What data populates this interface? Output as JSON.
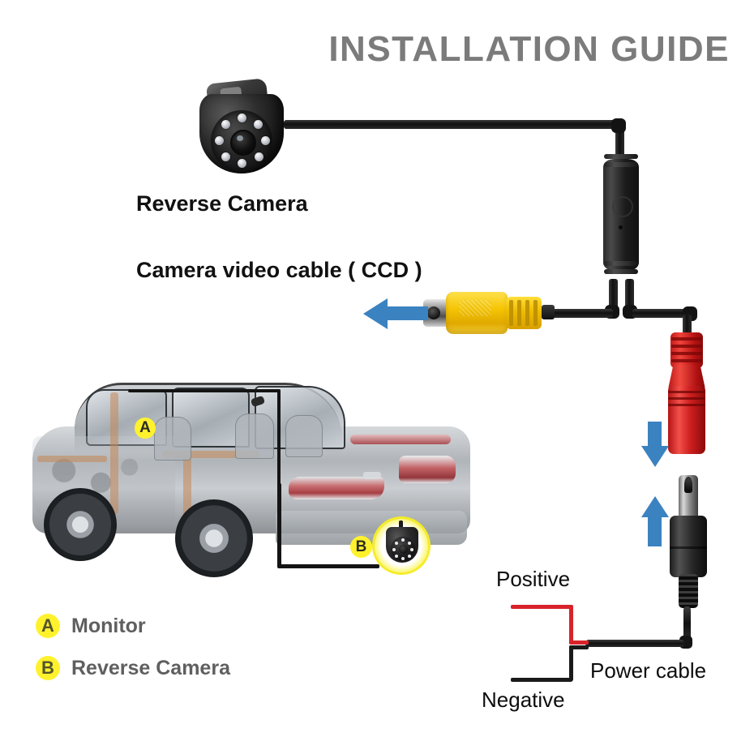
{
  "page": {
    "title": "INSTALLATION GUIDE",
    "title_color": "#7b7b7b",
    "background": "#ffffff"
  },
  "labels": {
    "reverse_camera": "Reverse Camera",
    "camera_video_cable": "Camera video cable ( CCD )",
    "positive": "Positive",
    "negative": "Negative",
    "power_cable": "Power cable"
  },
  "markers": {
    "a": "A",
    "b": "B"
  },
  "legend": {
    "items": [
      {
        "badge": "A",
        "label": "Monitor"
      },
      {
        "badge": "B",
        "label": "Reverse Camera"
      }
    ]
  },
  "components": {
    "camera": {
      "name": "reverse-camera",
      "led_count": 8,
      "body_color": "#1a1a1a"
    },
    "junction_box": {
      "name": "cable-junction-box",
      "color": "#1b1b1b"
    },
    "rca_connector": {
      "name": "yellow-rca-video-connector",
      "color": "#f5c505"
    },
    "dc_female": {
      "name": "red-dc-female-connector",
      "color": "#d02020"
    },
    "dc_male": {
      "name": "black-dc-male-plug",
      "color": "#1c1c1c"
    },
    "wires": {
      "positive_color": "#d8232a",
      "negative_color": "#1a1a1a"
    }
  },
  "colors": {
    "arrow_blue": "#3b82c0",
    "marker_yellow": "#fff22d",
    "legend_text": "#5f5f5f",
    "caption_black": "#111111"
  },
  "arrows": [
    {
      "name": "rca-direction-arrow",
      "direction": "left"
    },
    {
      "name": "dc-female-direction-arrow",
      "direction": "down"
    },
    {
      "name": "dc-male-direction-arrow",
      "direction": "up"
    }
  ]
}
